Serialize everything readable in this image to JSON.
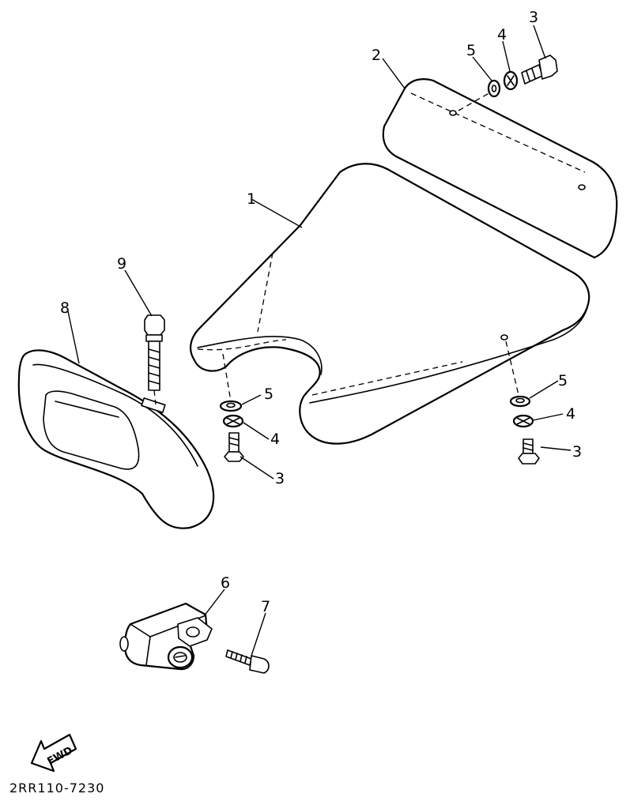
{
  "callouts": {
    "c1": "1",
    "c2": "2",
    "c3_top": "3",
    "c4_top": "4",
    "c5_top": "5",
    "c5_left": "5",
    "c4_left": "4",
    "c3_left": "3",
    "c5_right": "5",
    "c4_right": "4",
    "c3_right": "3",
    "c6": "6",
    "c7": "7",
    "c8": "8",
    "c9": "9"
  },
  "direction_arrow": {
    "label": "FWD",
    "icon": "fwd-arrow-icon"
  },
  "diagram_code": "2RR110-7230",
  "colors": {
    "ink": "#000000",
    "paper": "#ffffff"
  }
}
